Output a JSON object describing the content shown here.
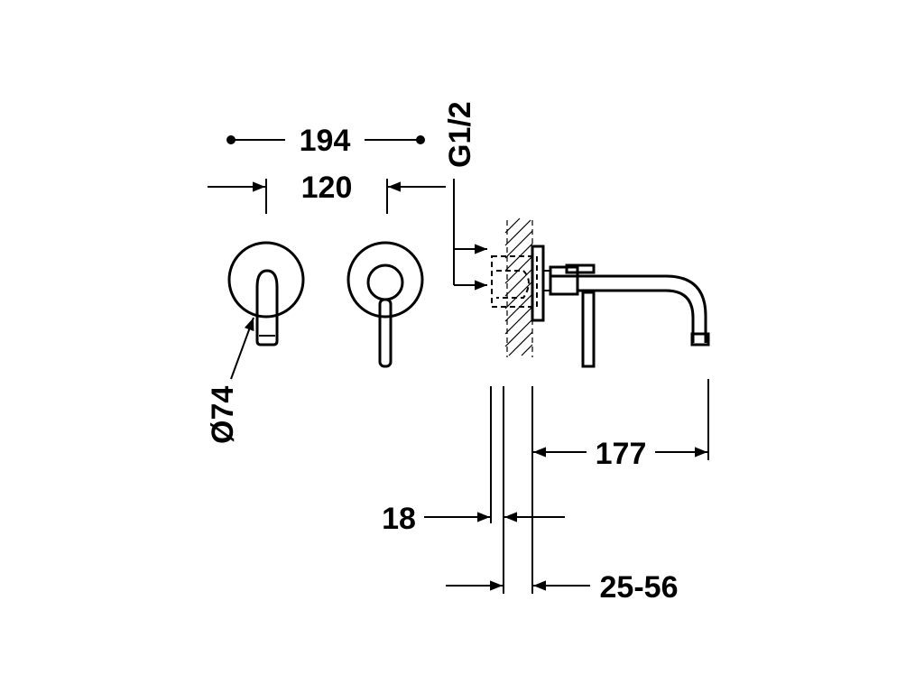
{
  "dimensions": {
    "overall_width": "194",
    "handle_spacing": "120",
    "thread": "G1/2",
    "plate_diameter": "Ø74",
    "spout_projection": "177",
    "plate_depth": "18",
    "wall_range": "25-56"
  },
  "colors": {
    "ink": "#000000",
    "background": "#ffffff"
  }
}
